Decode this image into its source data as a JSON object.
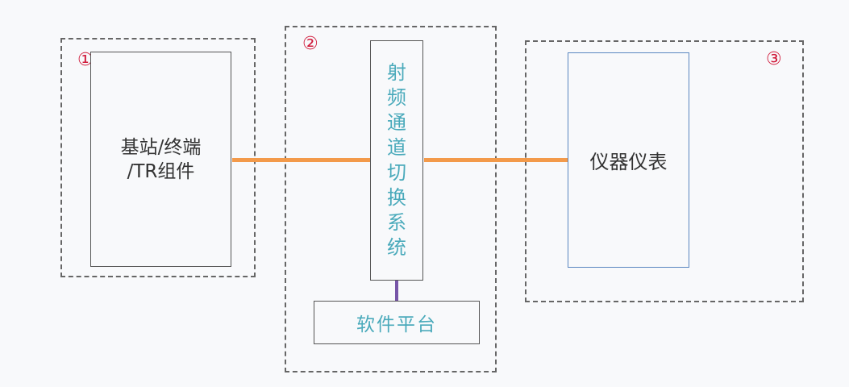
{
  "diagram": {
    "group1": {
      "number": "①"
    },
    "group2": {
      "number": "②"
    },
    "group3": {
      "number": "③"
    },
    "station": {
      "line1": "基站/终端",
      "line2": "/TR组件"
    },
    "switch_system": {
      "chars": [
        "射",
        "频",
        "通",
        "道",
        "切",
        "换",
        "系",
        "统"
      ]
    },
    "software_platform": {
      "label": "软件平台"
    },
    "instrument": {
      "label": "仪器仪表"
    }
  }
}
